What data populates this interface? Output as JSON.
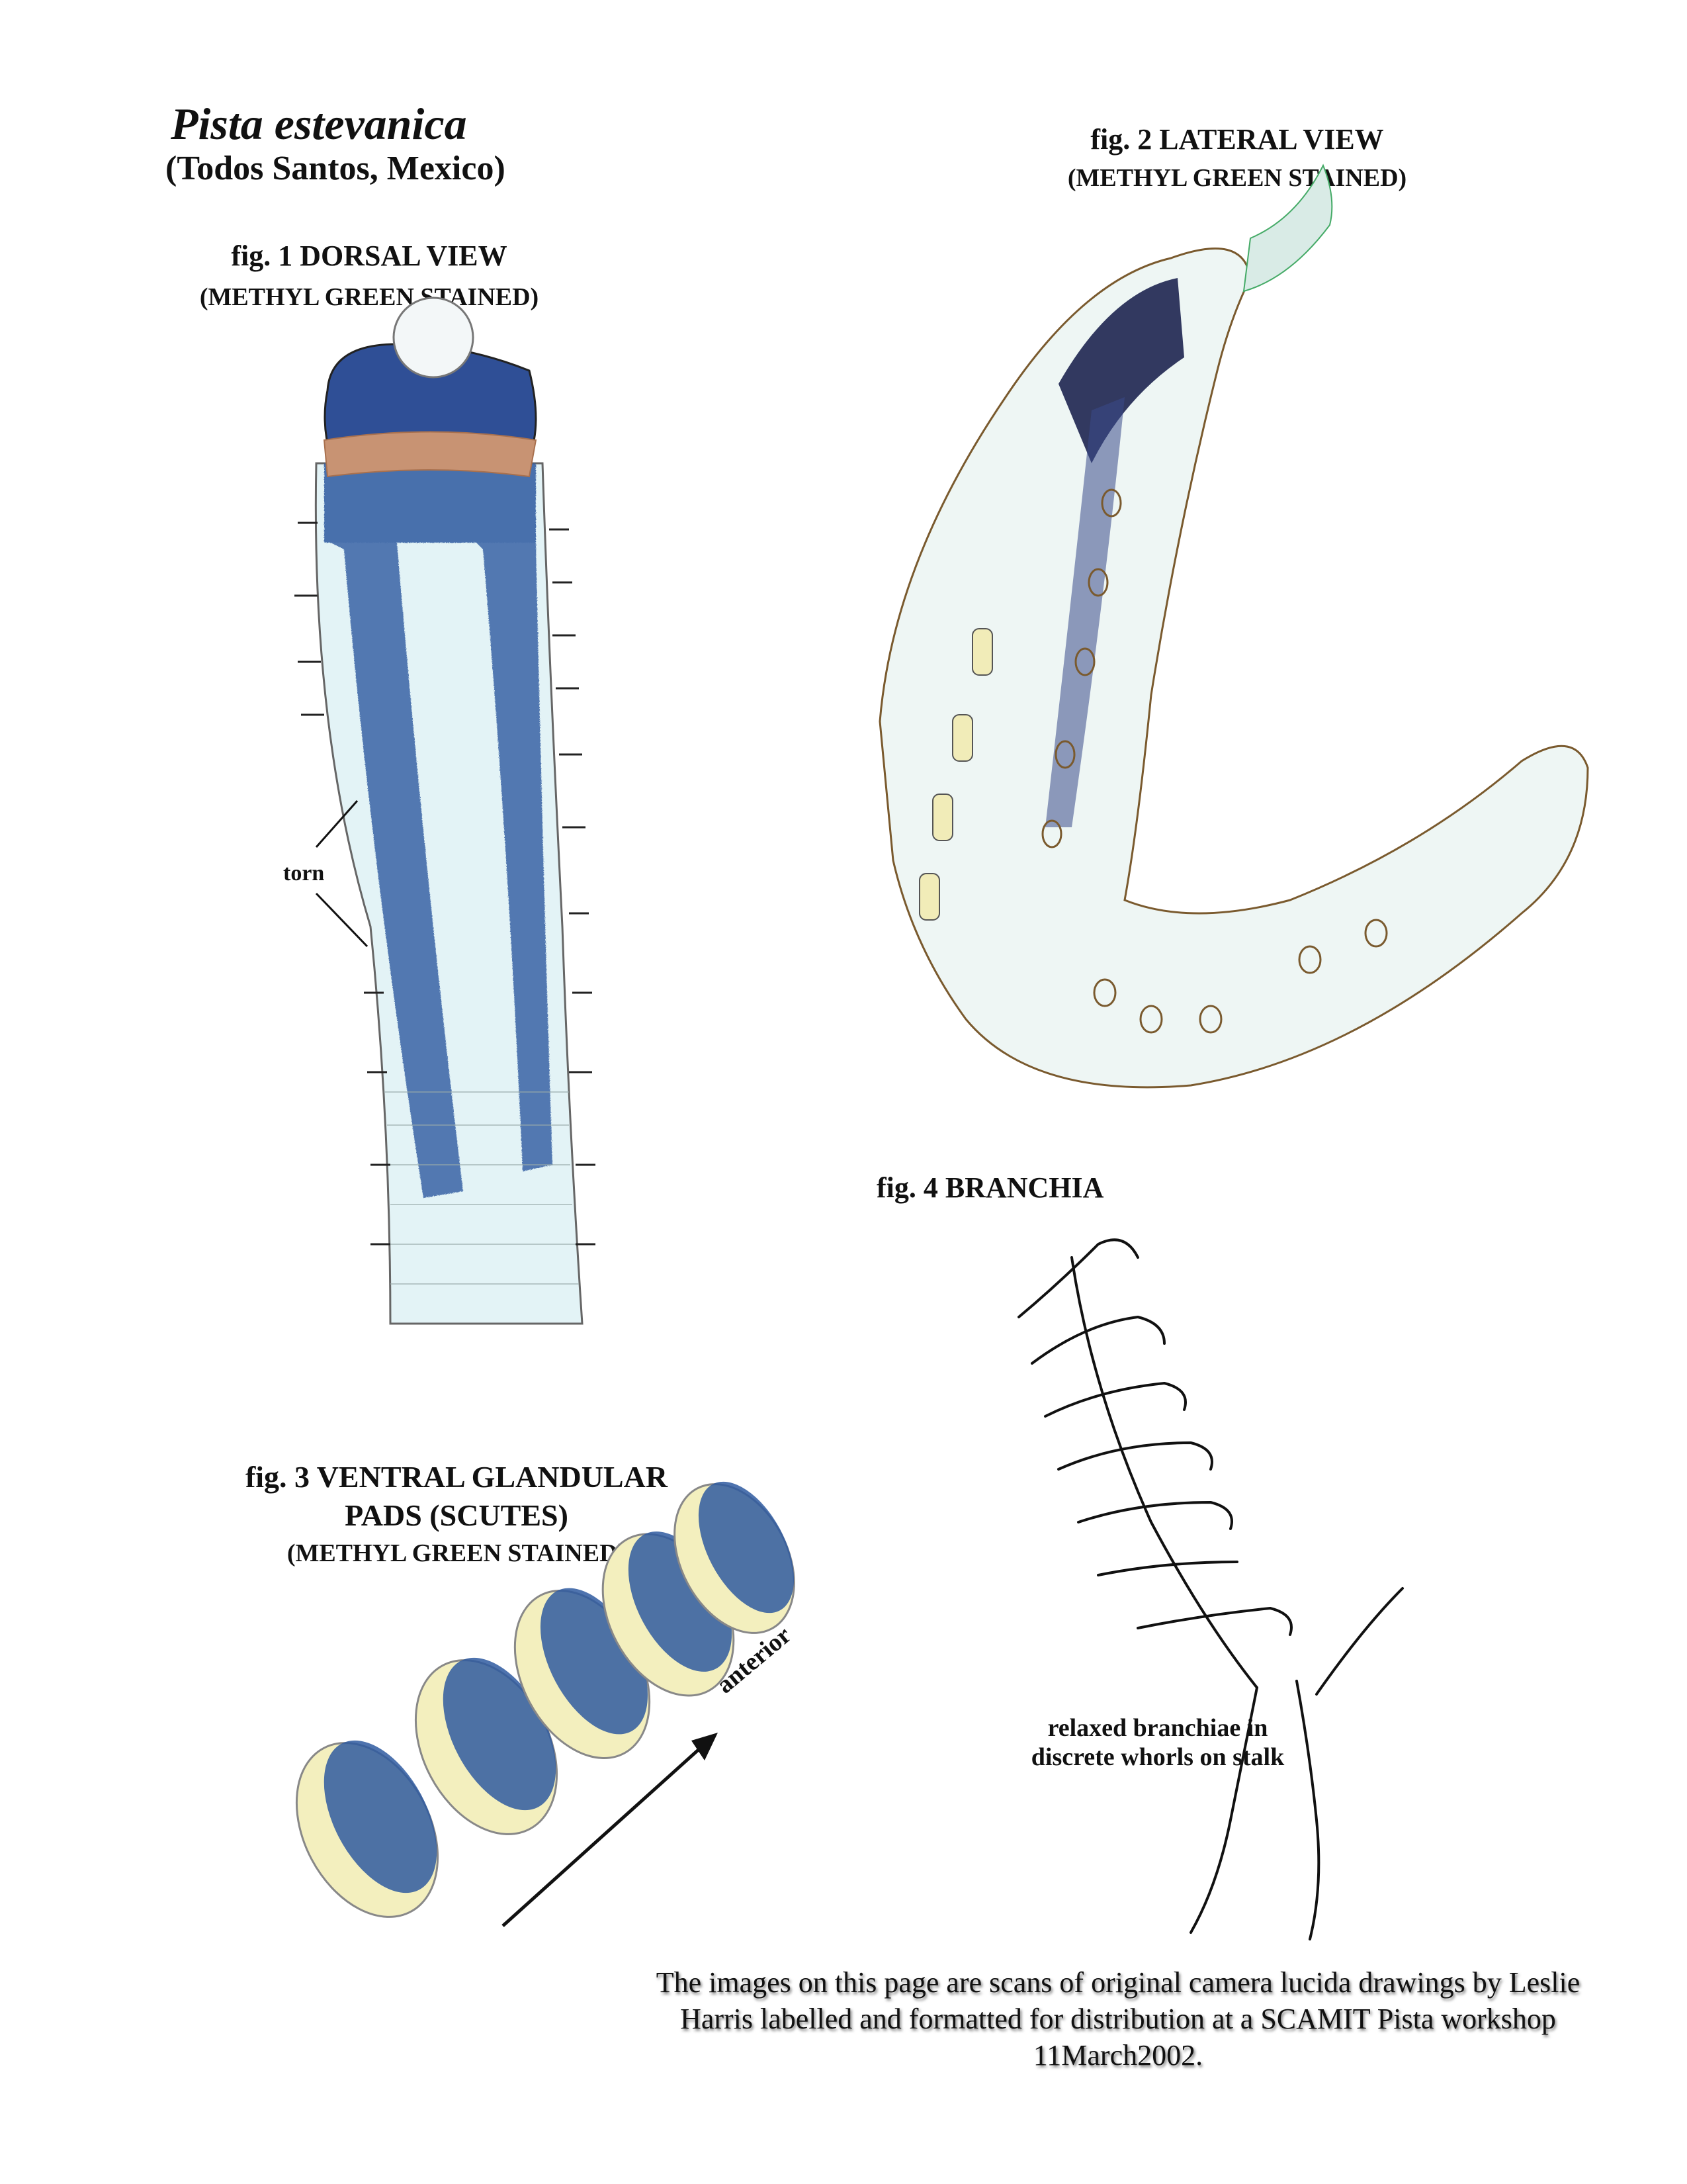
{
  "header": {
    "title": "Pista estevanica",
    "subtitle": "(Todos Santos, Mexico)"
  },
  "fig1": {
    "label": "fig. 1 DORSAL VIEW",
    "stain": "(METHYL GREEN STAINED)",
    "callout": "torn"
  },
  "fig2": {
    "label": "fig. 2 LATERAL VIEW",
    "stain": "(METHYL GREEN STAINED)"
  },
  "fig3": {
    "label_line1": "fig. 3 VENTRAL GLANDULAR",
    "label_line2": "PADS (SCUTES)",
    "stain": "(METHYL GREEN STAINED)",
    "arrow_label": "anterior"
  },
  "fig4": {
    "label": "fig. 4 BRANCHIA",
    "note": "relaxed branchiae in discrete whorls on stalk"
  },
  "credit": "The images on this page are scans of original camera lucida drawings by Leslie Harris labelled and formatted for distribution at a SCAMIT Pista workshop 11March2002.",
  "colors": {
    "stain_blue": "#2f5aa0",
    "pale_body": "#e3f3f6",
    "pad_yellow": "#f3efbe",
    "prostomium_tan": "#c89373",
    "outline_brown": "#7a5a2e",
    "dark_navy": "#1d2550"
  }
}
